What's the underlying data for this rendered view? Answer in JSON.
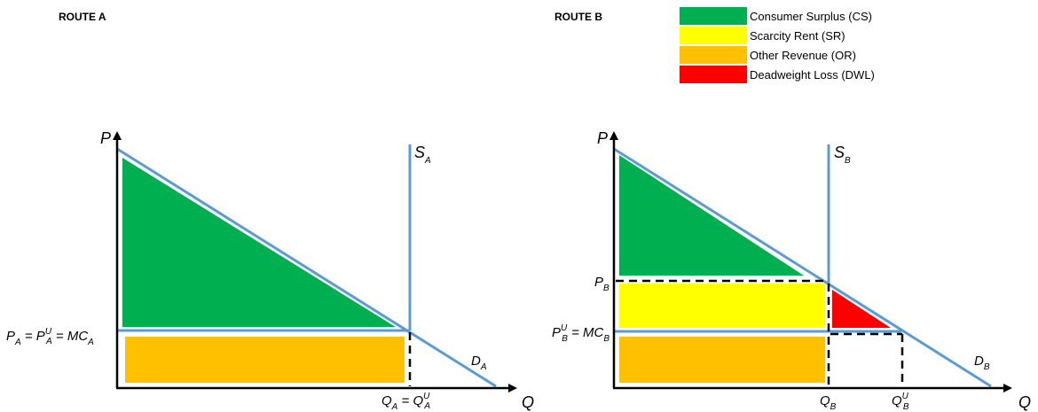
{
  "routes": {
    "a_title": "ROUTE A",
    "b_title": "ROUTE B"
  },
  "legend": [
    {
      "label": "Consumer Surplus (CS)",
      "color": "#00b050"
    },
    {
      "label": "Scarcity Rent (SR)",
      "color": "#ffff00"
    },
    {
      "label": "Other Revenue (OR)",
      "color": "#ffc000"
    },
    {
      "label": "Deadweight Loss (DWL)",
      "color": "#ff0000"
    }
  ],
  "colors": {
    "curve": "#5b9bd5",
    "axis": "#000000",
    "cs": "#00b050",
    "sr": "#ffff00",
    "or": "#ffc000",
    "dwl": "#ff0000"
  },
  "chart_a": {
    "p_axis": "P",
    "q_axis": "Q",
    "supply_main": "S",
    "supply_sub": "A",
    "demand_main": "D",
    "demand_sub": "A",
    "price_label": {
      "p": "P",
      "a": "A",
      "eq1": " = ",
      "pu": "P",
      "u": "U",
      "eq2": " = ",
      "mc": "MC"
    },
    "quantity_label": {
      "q": "Q",
      "a": "A",
      "eq": " = ",
      "qu": "Q",
      "u": "U"
    }
  },
  "chart_b": {
    "p_axis": "P",
    "q_axis": "Q",
    "supply_main": "S",
    "supply_sub": "B",
    "demand_main": "D",
    "demand_sub": "B",
    "pb_label": {
      "p": "P",
      "b": "B"
    },
    "pbu_label": {
      "p": "P",
      "b": "B",
      "u": "U",
      "eq": " = ",
      "mc": "MC"
    },
    "qb_label": {
      "q": "Q",
      "b": "B"
    },
    "qbu_label": {
      "q": "Q",
      "b": "B",
      "u": "U"
    }
  }
}
